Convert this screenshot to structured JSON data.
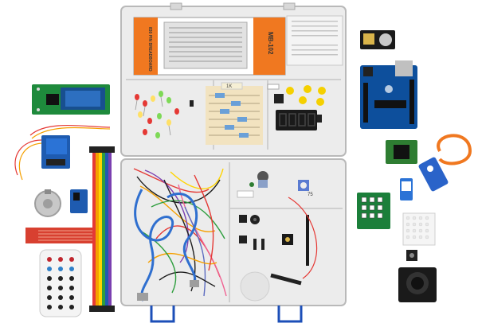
{
  "scene": {
    "description_hidden": "",
    "breadboard_box": {
      "lines": [
        "MB-102",
        "830 PIN BREADBOARD"
      ]
    },
    "resistor_tag": "1K",
    "capacitor_label": "75",
    "colors": {
      "case": "#ececec",
      "case_edge": "#b9b9b9",
      "uno_board": "#0d4f9c",
      "lcd_board": "#1e8a3c",
      "relay_body": "#1e5bb0",
      "servo_blue": "#2a63c9",
      "handle_blue": "#1c4fb8",
      "keypad_green": "#1b7f3a",
      "breadboard_orange": "#f07820"
    }
  }
}
